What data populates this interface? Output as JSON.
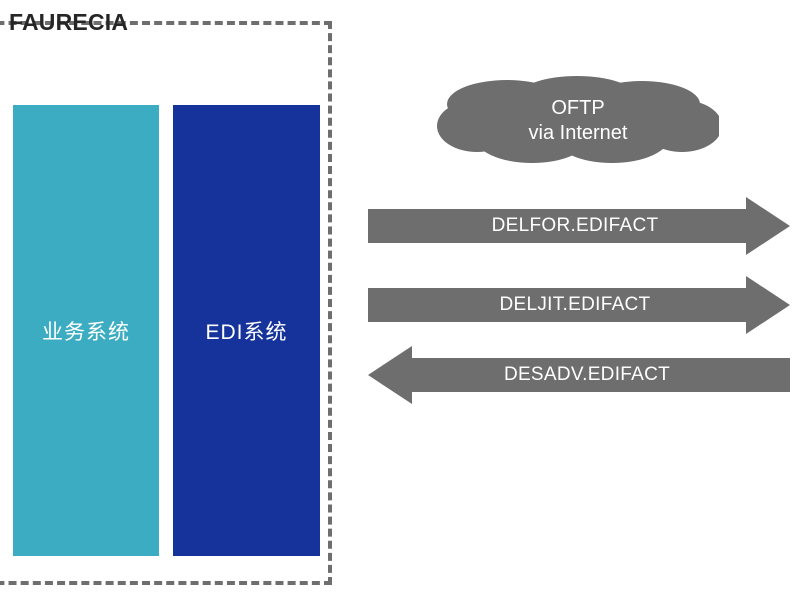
{
  "diagram": {
    "company": {
      "title": "FAURECIA",
      "boundary_style": "dashed",
      "boundary_color": "#6e6e6e"
    },
    "systems": [
      {
        "name": "business-system",
        "label": "业务系统",
        "color": "#3bacc2",
        "text_color": "#ffffff"
      },
      {
        "name": "edi-system",
        "label": "EDI系统",
        "color": "#15339a",
        "text_color": "#ffffff"
      }
    ],
    "network": {
      "name": "oftp-cloud",
      "line1": "OFTP",
      "line2": "via Internet",
      "color": "#6e6e6e",
      "text_color": "#ffffff"
    },
    "messages": [
      {
        "name": "delfor",
        "label": "DELFOR.EDIFACT",
        "direction": "right",
        "color": "#6e6e6e"
      },
      {
        "name": "deljit",
        "label": "DELJIT.EDIFACT",
        "direction": "right",
        "color": "#6e6e6e"
      },
      {
        "name": "desadv",
        "label": "DESADV.EDIFACT",
        "direction": "left",
        "color": "#6e6e6e"
      }
    ]
  }
}
